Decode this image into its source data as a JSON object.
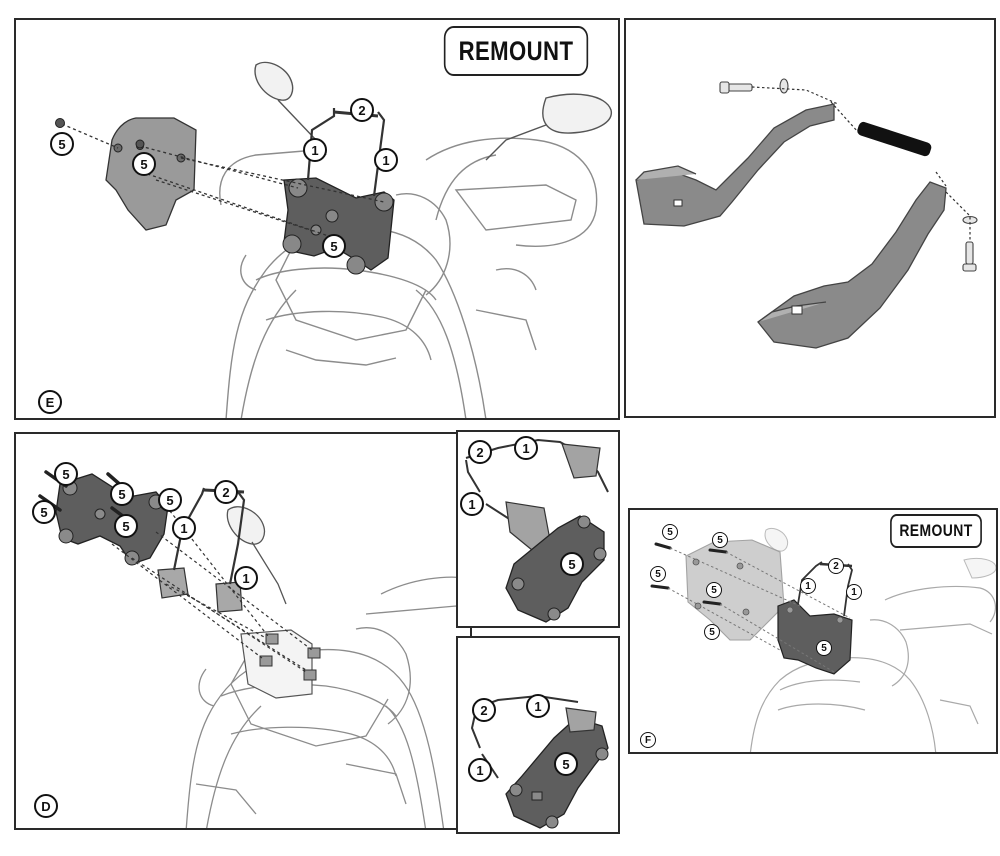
{
  "panels": {
    "e": {
      "step_letter": "E",
      "remount_label": "REMOUNT",
      "callouts": [
        "5",
        "5",
        "5",
        "2",
        "1",
        "1"
      ]
    },
    "bracket": {},
    "d": {
      "step_letter": "D",
      "callouts": [
        "5",
        "5",
        "5",
        "5",
        "5",
        "2",
        "1",
        "1"
      ]
    },
    "d_top": {
      "callouts": [
        "2",
        "1",
        "1",
        "5"
      ]
    },
    "d_bottom": {
      "callouts": [
        "2",
        "1",
        "1",
        "5"
      ]
    },
    "f": {
      "step_letter": "F",
      "remount_label": "REMOUNT",
      "callouts": [
        "5",
        "5",
        "5",
        "5",
        "5",
        "2",
        "1",
        "1",
        "5"
      ]
    }
  },
  "colors": {
    "line": "#2a2a2a",
    "part_dark": "#5e5e5e",
    "part_mid": "#8a8a8a",
    "part_light": "#b9b9b9",
    "bg": "#ffffff"
  }
}
